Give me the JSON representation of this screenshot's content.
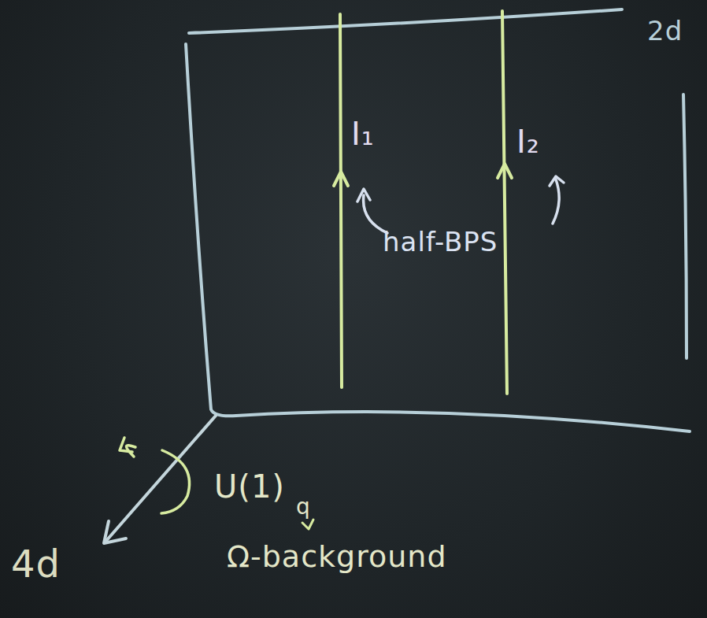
{
  "diagram": {
    "labels": [
      "2d",
      "I₁",
      "I₂",
      "half-BPS",
      "4d",
      "U(1)",
      "q",
      "Ω-background"
    ]
  }
}
